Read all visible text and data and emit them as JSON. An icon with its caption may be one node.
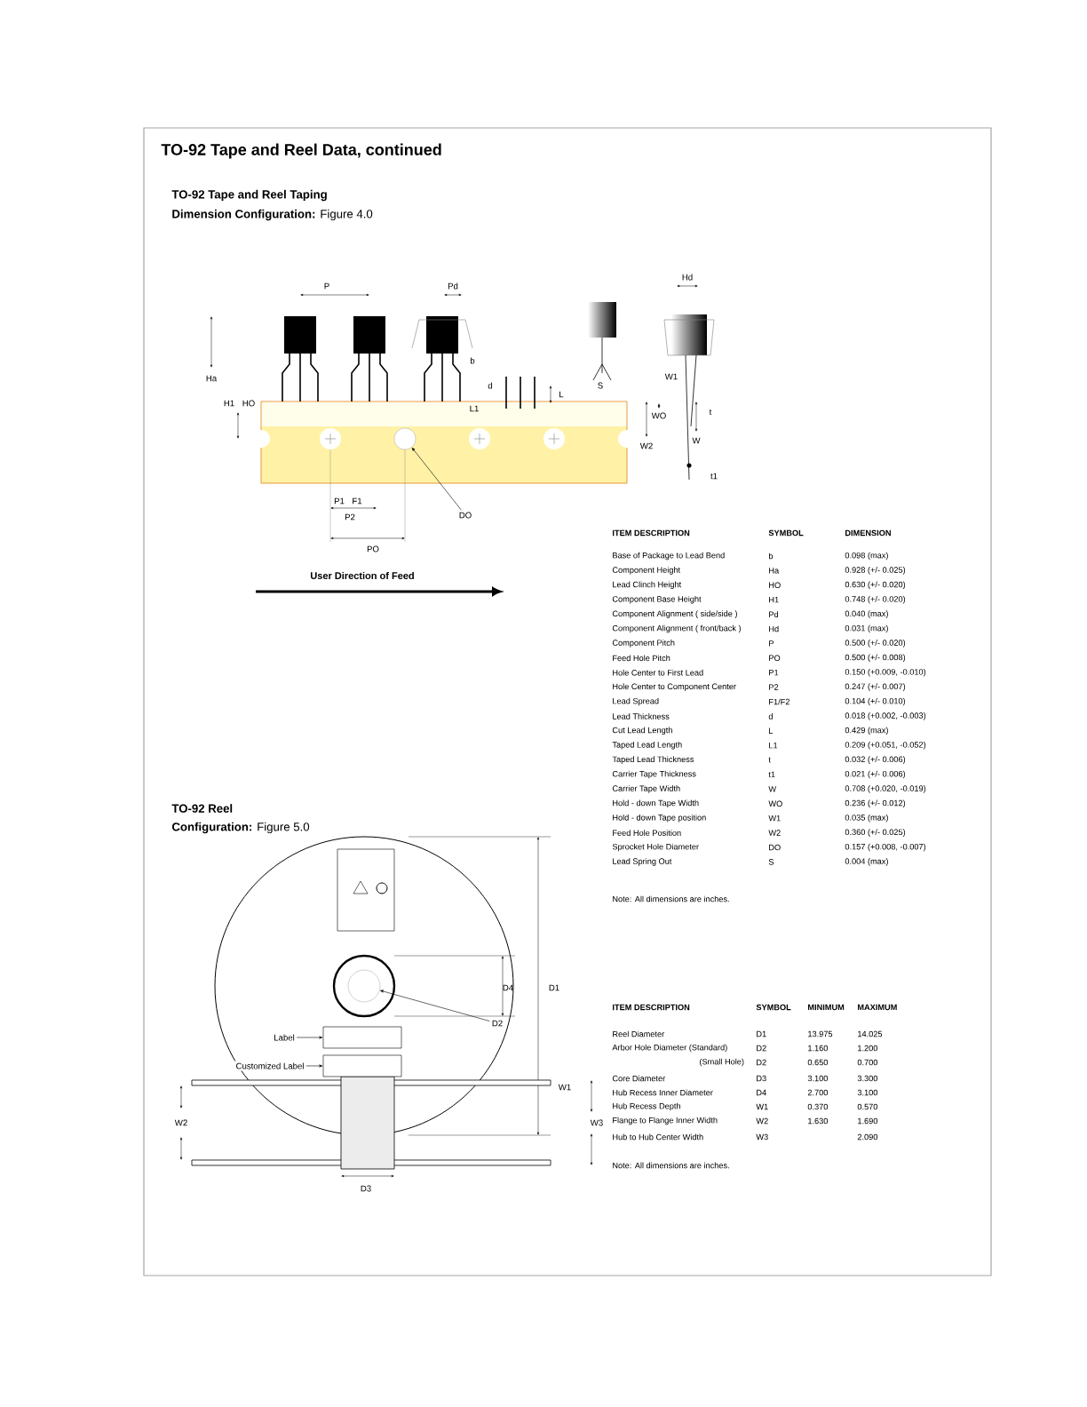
{
  "diagram": {
    "title": "TO-92 Tape and Reel Data, continued",
    "nodes": [
      {
        "text": [
          "DO"
        ]
      },
      {
        "text": [],
        "shape": "circle"
      },
      {
        "text": [
          "Label"
        ]
      },
      {
        "text": [],
        "shape": "box"
      },
      {
        "text": [
          "Customized Label"
        ]
      },
      {
        "text": [],
        "shape": "box"
      },
      {
        "text": [
          "D2"
        ]
      },
      {
        "text": [],
        "shape": "circle"
      }
    ],
    "edges": [
      {
        "from": 0,
        "to": 1,
        "arrow": "to"
      },
      {
        "from": 2,
        "to": 3,
        "arrow": "to"
      },
      {
        "from": 4,
        "to": 5,
        "arrow": "to"
      },
      {
        "from": 6,
        "to": 7,
        "arrow": "to"
      }
    ],
    "labels": [
      "TO-92 Tape and Reel Taping",
      "**Dimension Configuration:** Figure 4.0",
      "P",
      "Pd",
      "Hd",
      "Ha",
      "H1",
      "HO",
      "b",
      "d",
      "L1",
      "L",
      "S",
      "W1",
      "WO",
      "W2",
      "W",
      "t",
      "t1",
      "P1",
      "F1",
      "P2",
      "PO",
      "User Direction of Feed",
      "ITEM DESCRIPTION",
      "SYMBOL",
      "DIMENSION",
      "Base of Package to Lead Bend",
      "b",
      "0.098 (max)",
      "Component Height",
      "Ha",
      "0.928 (+/- 0.025)",
      "Lead Clinch Height",
      "HO",
      "0.630 (+/- 0.020)",
      "Component Base Height",
      "H1",
      "0.748 (+/- 0.020)",
      "Component Alignment ( side/side )",
      "Pd",
      "0.040 (max)",
      "Component Alignment ( front/back )",
      "Hd",
      "0.031 (max)",
      "Component Pitch",
      "P",
      "0.500 (+/- 0.020)",
      "Feed Hole Pitch",
      "PO",
      "0.500 (+/- 0.008)",
      "Hole Center to First Lead",
      "P1",
      "0.150 (+0.009, -0.010)",
      "Hole Center to Component Center",
      "P2",
      "0.247 (+/- 0.007)",
      "Lead Spread",
      "F1/F2",
      "0.104 (+/- 0.010)",
      "Lead Thickness",
      "d",
      "0.018 (+0.002, -0.003)",
      "Cut Lead Length",
      "L",
      "0.429 (max)",
      "Taped Lead Length",
      "L1",
      "0.209 (+0.051, -0.052)",
      "Taped Lead Thickness",
      "t",
      "0.032 (+/- 0.006)",
      "Carrier Tape Thickness",
      "t1",
      "0.021 (+/- 0.006)",
      "Carrier Tape Width",
      "W",
      "0.708 (+0.020, -0.019)",
      "Hold - down Tape Width",
      "WO",
      "0.236 (+/- 0.012)",
      "Hold - down Tape position",
      "W1",
      "0.035 (max)",
      "Feed Hole Position",
      "W2",
      "0.360 (+/- 0.025)",
      "Sprocket Hole Diameter",
      "DO",
      "0.157 (+0.008, -0.007)",
      "Lead Spring Out",
      "S",
      "0.004 (max)",
      "Note: All dimensions are inches.",
      "TO-92 Reel",
      "**Configuration:** Figure 5.0",
      "D4",
      "D1",
      "W2",
      "W1",
      "W3",
      "D3",
      "ITEM DESCRIPTION",
      "SYMBOL",
      "MINIMUM",
      "MAXIMUM",
      "Reel Diameter",
      "D1",
      "13.975",
      "14.025",
      "Arbor Hole Diameter (Standard)",
      "D2",
      "1.160",
      "1.200",
      "(Small Hole)",
      "D2",
      "0.650",
      "0.700",
      "Core Diameter",
      "D3",
      "3.100",
      "3.300",
      "Hub Recess Inner Diameter",
      "D4",
      "2.700",
      "3.100",
      "Hub Recess Depth",
      "W1",
      "0.370",
      "0.570",
      "Flange to Flange Inner Width",
      "W2",
      "1.630",
      "1.690",
      "Hub to Hub Center Width",
      "W3",
      "2.090",
      "Note: All dimensions are inches."
    ]
  }
}
